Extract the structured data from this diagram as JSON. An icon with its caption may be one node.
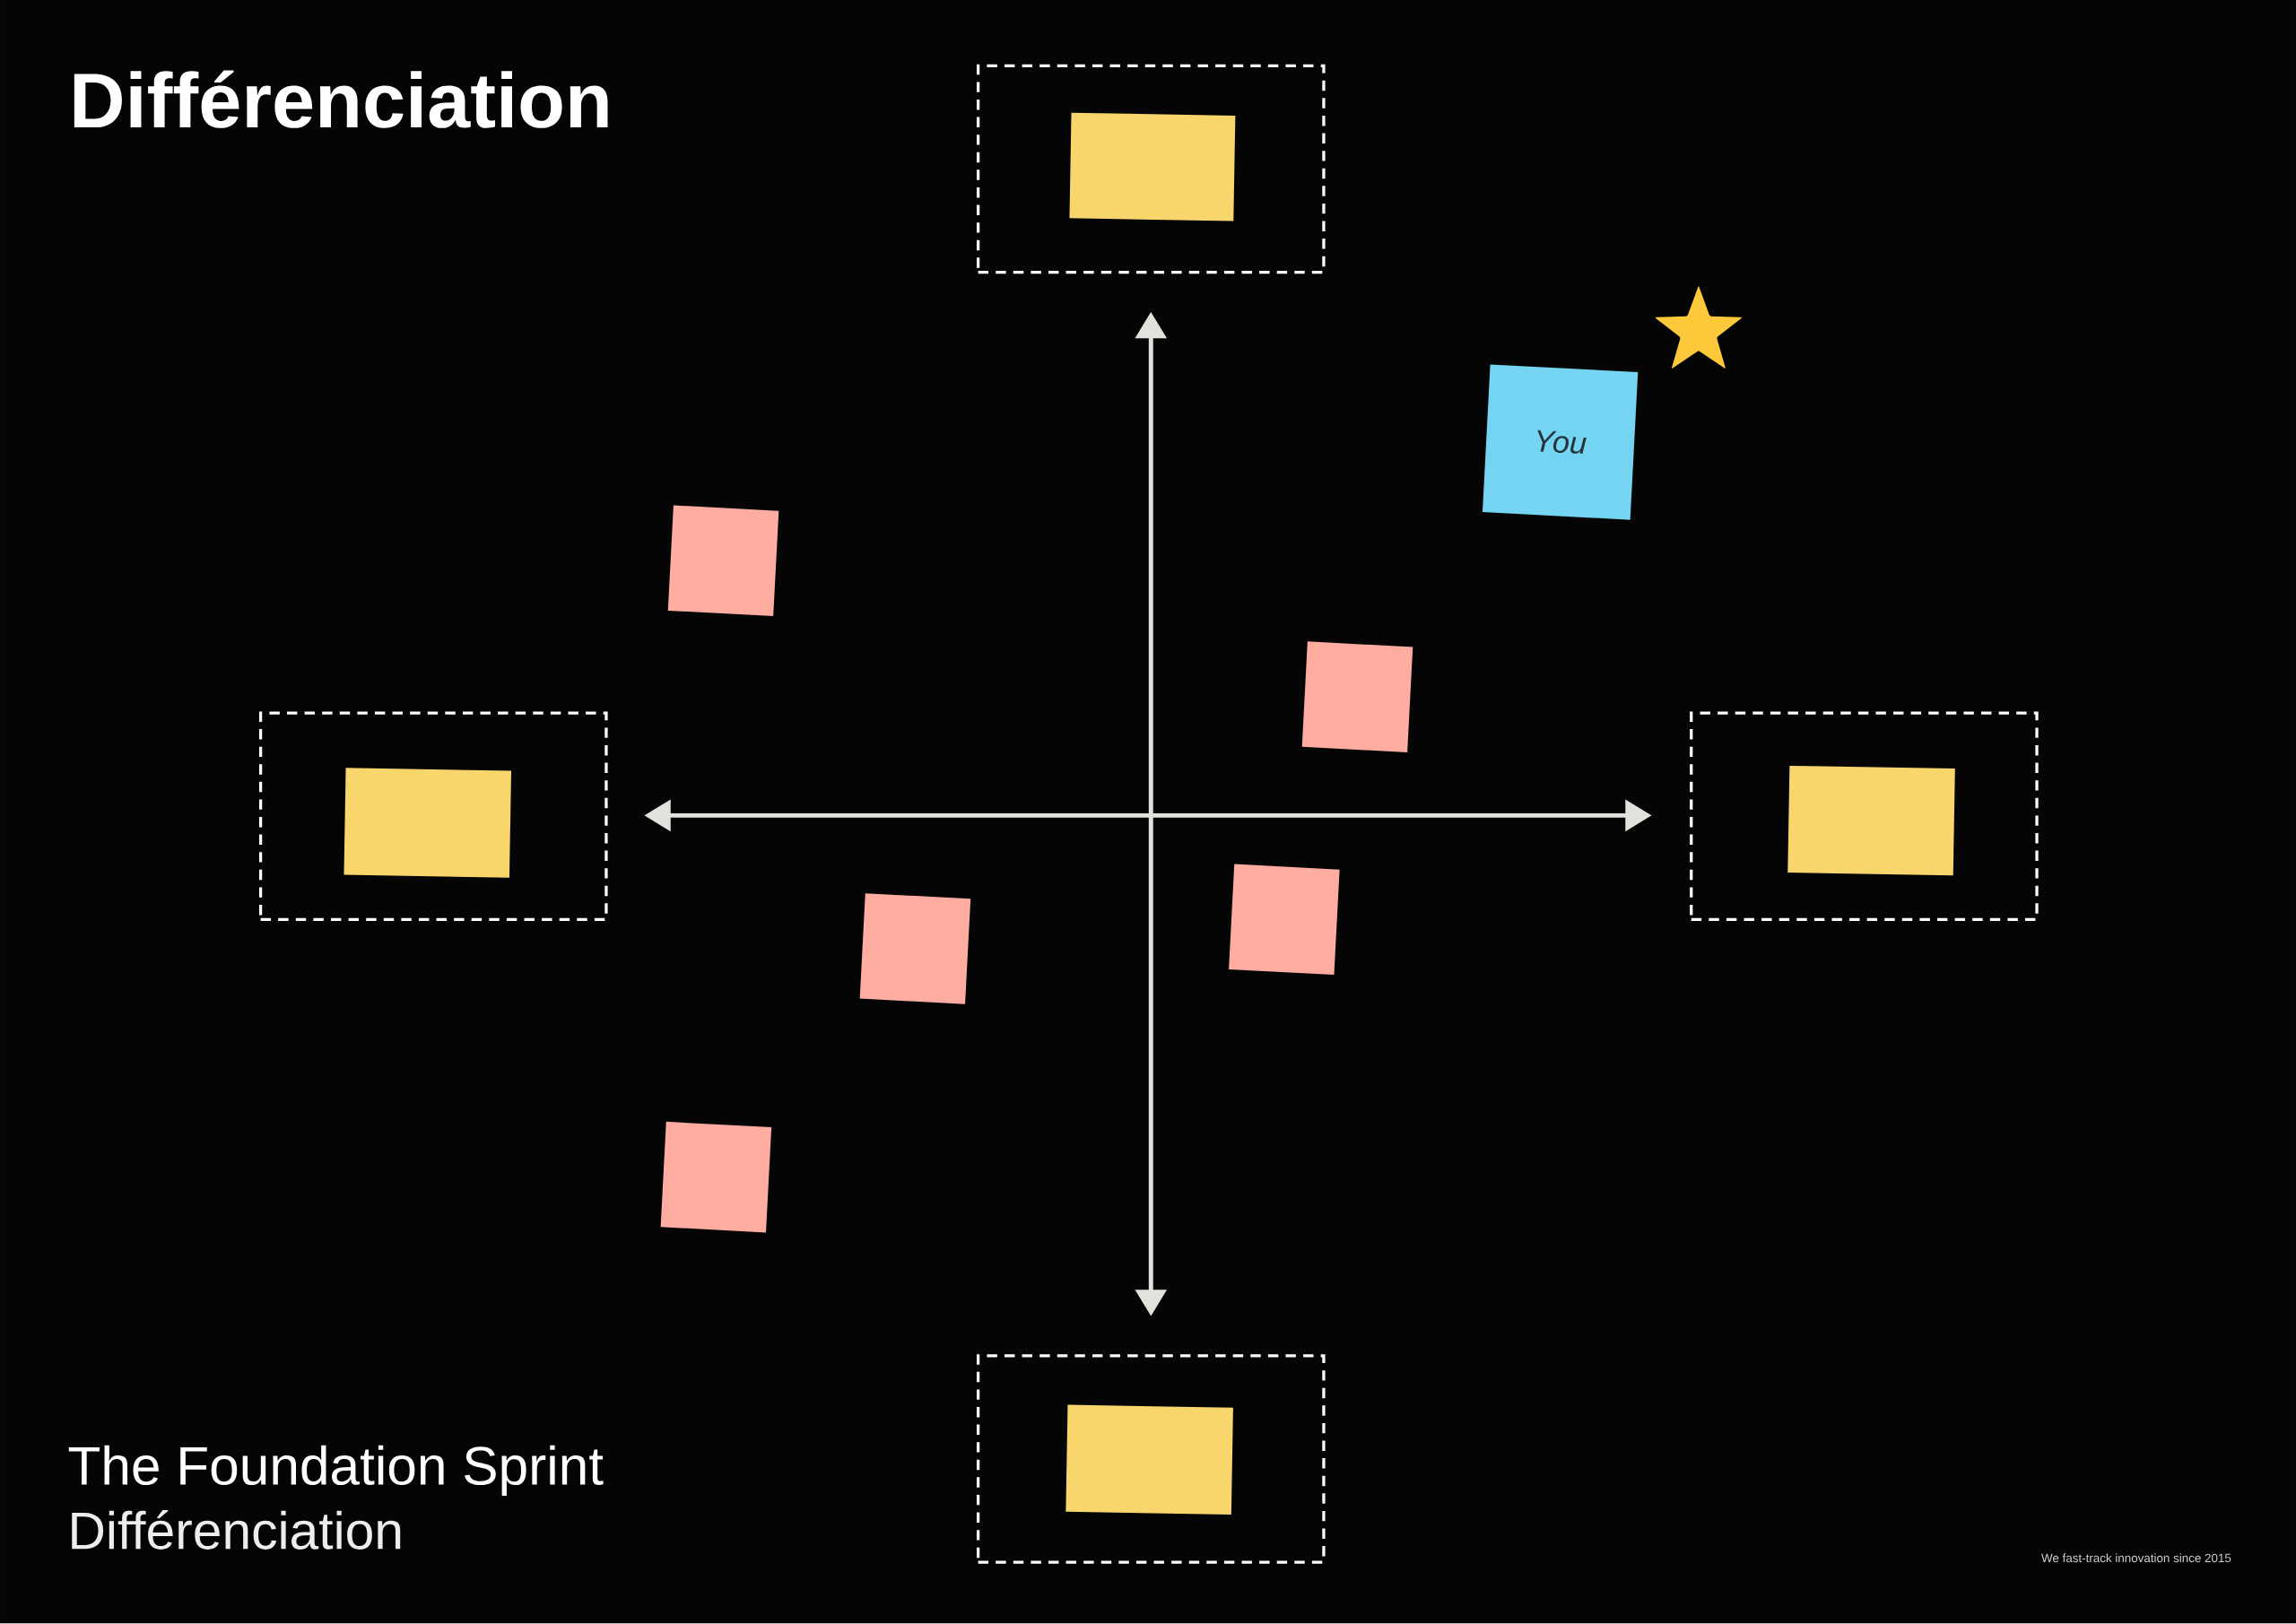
{
  "diagram": {
    "title": "Différenciation",
    "nodes": [
      {
        "text": [],
        "shape": "box"
      },
      {
        "text": [],
        "shape": "box",
        "in": 0
      },
      {
        "text": [
          "You"
        ]
      },
      {
        "text": [],
        "shape": "box"
      },
      {
        "text": [],
        "shape": "box"
      },
      {
        "text": [],
        "shape": "box"
      },
      {
        "text": [],
        "shape": "box",
        "in": 5
      },
      {
        "text": [],
        "shape": "box"
      },
      {
        "text": [],
        "shape": "box",
        "in": 7
      },
      {
        "text": [],
        "shape": "box"
      },
      {
        "text": [],
        "shape": "box"
      },
      {
        "text": [],
        "shape": "box"
      },
      {
        "text": [],
        "shape": "box"
      },
      {
        "text": [],
        "shape": "box",
        "in": 12
      }
    ],
    "labels": [
      "The Foundation Sprint",
      "Différenciation",
      "We fast-track innovation since 2015"
    ]
  }
}
